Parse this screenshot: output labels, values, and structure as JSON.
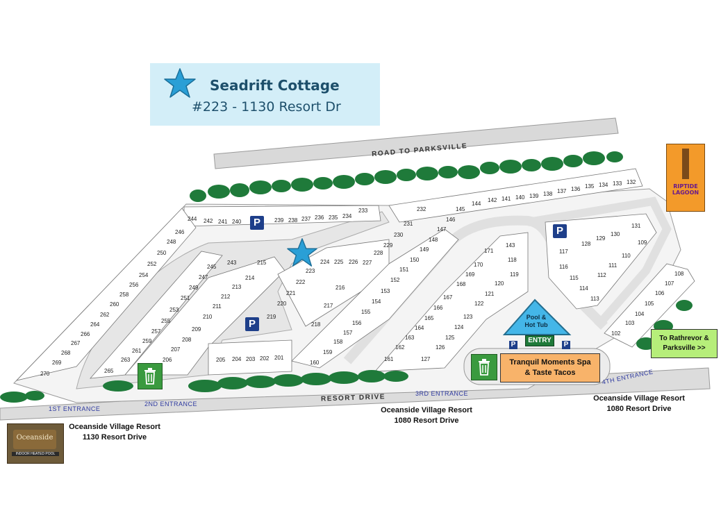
{
  "header": {
    "property_name": "Seadrift Cottage",
    "address": "#223 - 1130 Resort Dr"
  },
  "roads": {
    "road_to_parksville": "ROAD TO PARKSVILLE",
    "resort_drive": "RESORT DRIVE"
  },
  "entrances": {
    "first": "1ST ENTRANCE",
    "second": "2ND ENTRANCE",
    "third": "3RD ENTRANCE",
    "fourth": "4TH ENTRANCE"
  },
  "amenities": {
    "pool_line1": "Pool &",
    "pool_line2": "Hot Tub",
    "entry": "ENTRY",
    "spa_line1": "Tranquil Moments Spa",
    "spa_line2": "& Taste Tacos",
    "rathrevor_line1": "To Rathrevor &",
    "rathrevor_line2": "Parksville >>",
    "parking_label": "P"
  },
  "resorts": {
    "village_1130_name": "Oceanside Village Resort",
    "village_1130_addr": "1130 Resort Drive",
    "village_1080_a_name": "Oceanside Village Resort",
    "village_1080_a_addr": "1080 Resort Drive",
    "village_1080_b_name": "Oceanside Village Resort",
    "village_1080_b_addr": "1080 Resort Drive"
  },
  "signs": {
    "oceanside_sign": "Oceanside",
    "oceanside_sign_sub": "INDOOR HEATED POOL",
    "riptide_line1": "RIPTIDE",
    "riptide_line2": "LAGOON"
  },
  "icons": {
    "highlight_star": "starfish-icon",
    "trash": "trash-can-icon",
    "parking": "parking-icon"
  },
  "colors": {
    "title_bg": "#d3eef8",
    "title_text": "#1d4f6b",
    "star": "#2a9fd6",
    "trees": "#1f7a3a",
    "parking": "#1e3f8a",
    "trash_bg": "#3a9a3f",
    "pool": "#44b6e8",
    "entry_bg": "#1f7a3a",
    "spa_bg": "#f8b36a",
    "rathrevor_bg": "#b6ee7a",
    "road": "#d9d9d9"
  },
  "lots": {
    "top_row": [
      "244",
      "242",
      "241",
      "240",
      "239",
      "238",
      "237",
      "236",
      "235",
      "234",
      "233"
    ],
    "top_right_row": [
      "145",
      "144",
      "142",
      "141",
      "140",
      "139",
      "138",
      "137",
      "136",
      "135",
      "134",
      "133",
      "132"
    ],
    "left_diagonal": [
      "246",
      "248",
      "250",
      "252",
      "254",
      "256",
      "258",
      "260",
      "262",
      "264",
      "266",
      "267",
      "268",
      "269",
      "270"
    ],
    "inner_left_a": [
      "245",
      "247",
      "249",
      "251",
      "253",
      "255",
      "257",
      "259",
      "261",
      "263",
      "265"
    ],
    "inner_left_b": [
      "243",
      "213",
      "212",
      "211",
      "210",
      "209",
      "208",
      "207",
      "206"
    ],
    "inner_misc": [
      "215",
      "214",
      "222",
      "221",
      "220",
      "219",
      "223",
      "224",
      "225",
      "226",
      "227",
      "228",
      "216",
      "217",
      "218"
    ],
    "bottom_mid": [
      "205",
      "204",
      "203",
      "202",
      "201",
      "160",
      "159",
      "158",
      "157",
      "156",
      "155",
      "154",
      "153"
    ],
    "mid_column": [
      "232",
      "231",
      "230",
      "229",
      "150",
      "149",
      "148",
      "147",
      "146",
      "151",
      "152"
    ],
    "lower_mid": [
      "161",
      "162",
      "163",
      "164",
      "165",
      "166",
      "167",
      "127",
      "126",
      "125",
      "124",
      "123",
      "122",
      "121",
      "120",
      "119",
      "118",
      "143",
      "171",
      "170",
      "169",
      "168"
    ],
    "right_cluster": [
      "117",
      "116",
      "115",
      "114",
      "113",
      "112",
      "111",
      "110",
      "109",
      "128",
      "129",
      "130",
      "131"
    ],
    "far_right": [
      "102",
      "103",
      "104",
      "105",
      "106",
      "107",
      "108"
    ]
  }
}
